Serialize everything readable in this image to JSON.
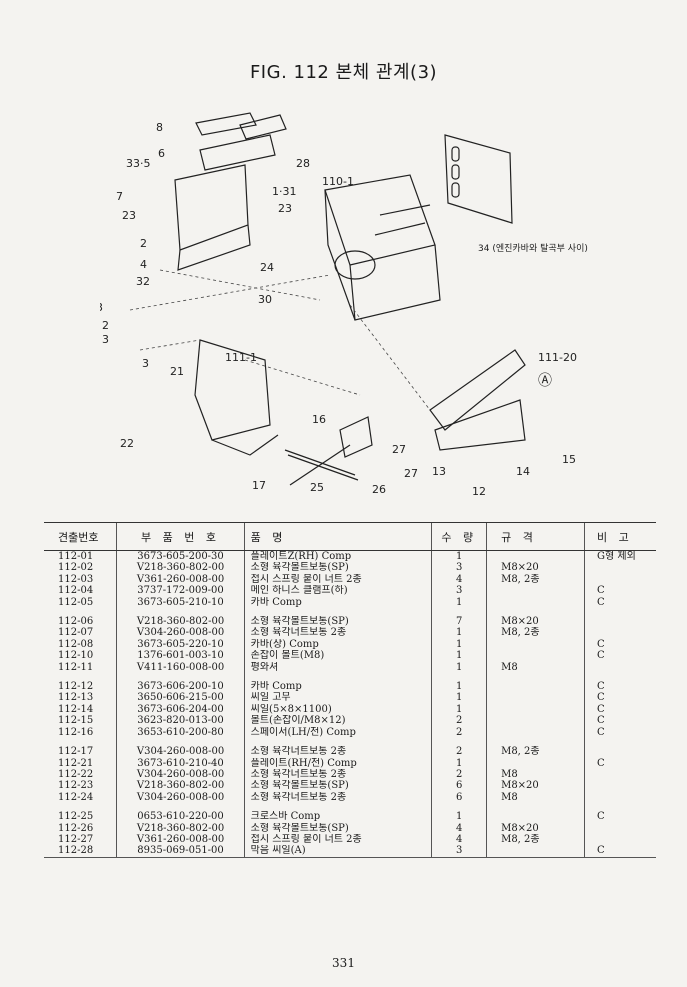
{
  "title": "FIG. 112 본체 관계(3)",
  "diagram": {
    "callouts": [
      "8",
      "6",
      "33·5",
      "28",
      "7",
      "1·31",
      "110-1",
      "23",
      "23",
      "2",
      "4",
      "32",
      "24",
      "30",
      "34 (엔진카바와 탈곡부 사이)",
      "3",
      "2",
      "3",
      "3",
      "21",
      "111-1",
      "111-20",
      "Ⓐ",
      "16",
      "22",
      "27",
      "27",
      "15",
      "17",
      "25",
      "26",
      "13",
      "14",
      "12"
    ]
  },
  "table": {
    "headers": [
      "견출번호",
      "부 품 번 호",
      "품 명",
      "수 량",
      "규 격",
      "비 고"
    ],
    "groups": [
      [
        {
          "no": "112-01",
          "part": "3673-605-200-30",
          "name": "플레이트Z(RH) Comp",
          "qty": "1",
          "spec": "",
          "note": "G형 제외"
        },
        {
          "no": "112-02",
          "part": "V218-360-802-00",
          "name": "소형 육각볼트보통(SP)",
          "qty": "3",
          "spec": "M8×20",
          "note": ""
        },
        {
          "no": "112-03",
          "part": "V361-260-008-00",
          "name": "접시 스프링 붙이 너트 2종",
          "qty": "4",
          "spec": "M8, 2종",
          "note": ""
        },
        {
          "no": "112-04",
          "part": "3737-172-009-00",
          "name": "메인 하니스 클램프(하)",
          "qty": "3",
          "spec": "",
          "note": "C"
        },
        {
          "no": "112-05",
          "part": "3673-605-210-10",
          "name": "카바 Comp",
          "qty": "1",
          "spec": "",
          "note": "C"
        }
      ],
      [
        {
          "no": "112-06",
          "part": "V218-360-802-00",
          "name": "소형 육각볼트보통(SP)",
          "qty": "7",
          "spec": "M8×20",
          "note": ""
        },
        {
          "no": "112-07",
          "part": "V304-260-008-00",
          "name": "소형 육각너트보통 2종",
          "qty": "1",
          "spec": "M8, 2종",
          "note": ""
        },
        {
          "no": "112-08",
          "part": "3673-605-220-10",
          "name": "카바(상) Comp",
          "qty": "1",
          "spec": "",
          "note": "C"
        },
        {
          "no": "112-10",
          "part": "1376-601-003-10",
          "name": "손잡이 볼트(M8)",
          "qty": "1",
          "spec": "",
          "note": "C"
        },
        {
          "no": "112-11",
          "part": "V411-160-008-00",
          "name": "평와셔",
          "qty": "1",
          "spec": "M8",
          "note": ""
        }
      ],
      [
        {
          "no": "112-12",
          "part": "3673-606-200-10",
          "name": "카바 Comp",
          "qty": "1",
          "spec": "",
          "note": "C"
        },
        {
          "no": "112-13",
          "part": "3650-606-215-00",
          "name": "씨일 고무",
          "qty": "1",
          "spec": "",
          "note": "C"
        },
        {
          "no": "112-14",
          "part": "3673-606-204-00",
          "name": "씨일(5×8×1100)",
          "qty": "1",
          "spec": "",
          "note": "C"
        },
        {
          "no": "112-15",
          "part": "3623-820-013-00",
          "name": "볼트(손잡이/M8×12)",
          "qty": "2",
          "spec": "",
          "note": "C"
        },
        {
          "no": "112-16",
          "part": "3653-610-200-80",
          "name": "스페이서(LH/전) Comp",
          "qty": "2",
          "spec": "",
          "note": "C"
        }
      ],
      [
        {
          "no": "112-17",
          "part": "V304-260-008-00",
          "name": "소형 육각너트보통 2종",
          "qty": "2",
          "spec": "M8, 2종",
          "note": ""
        },
        {
          "no": "112-21",
          "part": "3673-610-210-40",
          "name": "플레이트(RH/전) Comp",
          "qty": "1",
          "spec": "",
          "note": "C"
        },
        {
          "no": "112-22",
          "part": "V304-260-008-00",
          "name": "소형 육각너트보통 2종",
          "qty": "2",
          "spec": "M8",
          "note": ""
        },
        {
          "no": "112-23",
          "part": "V218-360-802-00",
          "name": "소형 육각볼트보통(SP)",
          "qty": "6",
          "spec": "M8×20",
          "note": ""
        },
        {
          "no": "112-24",
          "part": "V304-260-008-00",
          "name": "소형 육각너트보통 2종",
          "qty": "6",
          "spec": "M8",
          "note": ""
        }
      ],
      [
        {
          "no": "112-25",
          "part": "0653-610-220-00",
          "name": "크로스바 Comp",
          "qty": "1",
          "spec": "",
          "note": "C"
        },
        {
          "no": "112-26",
          "part": "V218-360-802-00",
          "name": "소형 육각볼트보통(SP)",
          "qty": "4",
          "spec": "M8×20",
          "note": ""
        },
        {
          "no": "112-27",
          "part": "V361-260-008-00",
          "name": "접시 스프링 붙이 너트 2종",
          "qty": "4",
          "spec": "M8, 2종",
          "note": ""
        },
        {
          "no": "112-28",
          "part": "8935-069-051-00",
          "name": "막음 씨일(A)",
          "qty": "3",
          "spec": "",
          "note": "C"
        }
      ]
    ]
  },
  "page_number": "331"
}
